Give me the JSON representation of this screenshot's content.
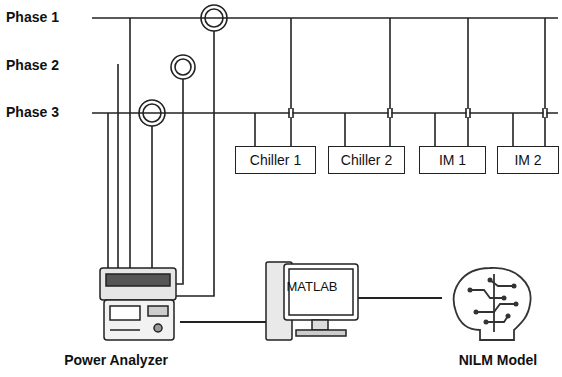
{
  "diagram": {
    "nodes": [
      {
        "text": [
          "Chiller 1"
        ]
      },
      {
        "text": [
          "Chiller 2"
        ]
      },
      {
        "text": [
          "IM 1"
        ]
      },
      {
        "text": [
          "IM 2"
        ]
      },
      {
        "text": [
          "Power Analyzer"
        ]
      },
      {
        "text": [
          "MATLAB"
        ]
      },
      {
        "text": [
          "NILM Model"
        ]
      }
    ],
    "edges": [
      {
        "from": 4,
        "to": 5,
        "arrow": "none"
      },
      {
        "from": 5,
        "to": 6,
        "arrow": "none"
      }
    ],
    "labels": [
      "Phase 1",
      "Phase 2",
      "Phase 3"
    ]
  }
}
